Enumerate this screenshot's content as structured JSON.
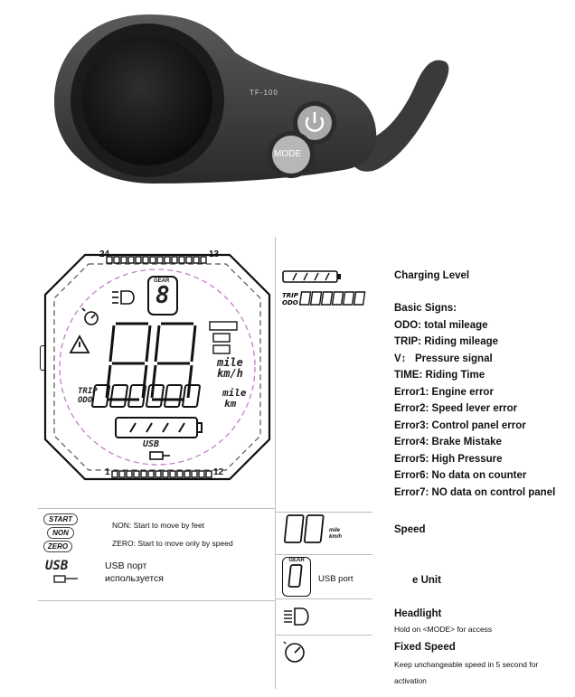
{
  "device": {
    "model": "TF-100",
    "mode_button": "MODE"
  },
  "lcd": {
    "top_scale_left": "24",
    "top_scale_right": "13",
    "bottom_scale_left": "1",
    "bottom_scale_right": "12",
    "gear_label": "GEAR",
    "speed_digits": "88",
    "gear_digit": "8",
    "speed_unit_top": "mile",
    "speed_unit_bottom": "km/h",
    "odo_digits": "88888.8",
    "odo_unit_top": "mile",
    "odo_unit_bottom": "km",
    "trip_label": "TRIP",
    "odo_label": "ODO",
    "usb_label": "USB",
    "badge_1": "START",
    "badge_2": "NON",
    "badge_3": "ZERO"
  },
  "legend": {
    "charging_level": "Charging Level",
    "basic_signs_title": "Basic Signs:",
    "basic_signs": [
      {
        "key": "ODO:",
        "text": " total mileage"
      },
      {
        "key": "TRIP:",
        "text": " Riding mileage"
      },
      {
        "key": "V↕",
        "text": "   Pressure signal"
      },
      {
        "key": "TIME:",
        "text": " Riding Time"
      },
      {
        "key": "Error1:",
        "text": " Engine error"
      },
      {
        "key": "Error2:",
        "text": " Speed lever error"
      },
      {
        "key": "Error3:",
        "text": " Control panel error"
      },
      {
        "key": "Error4:",
        "text": " Brake Mistake"
      },
      {
        "key": "Error5:",
        "text": " High Pressure"
      },
      {
        "key": "Error6:",
        "text": " No data on counter"
      },
      {
        "key": "Error7:",
        "text": " NO data on control panel"
      }
    ],
    "speed": "Speed",
    "speed_unit_top": "mile",
    "speed_unit_bottom": "km/h",
    "gear_label": "GEAR",
    "usb_port": "USB port",
    "e_unit": "e Unit",
    "headlight": "Headlight",
    "headlight_note": "Hold on <MODE> for access",
    "fixed_speed": "Fixed Speed",
    "fixed_speed_note_1": "Keep unchangeable speed in 5 second for",
    "fixed_speed_note_2": "activation",
    "non_note": "NON: Start to move by feet",
    "zero_note": "ZERO: Start to move only by speed",
    "usb_ru_1": "USB порт",
    "usb_ru_2": "используется",
    "badge_start": "START",
    "badge_non": "NON",
    "badge_zero": "ZERO",
    "usb_icon": "USB"
  },
  "colors": {
    "device_body": "#3d3d3f",
    "device_dark": "#1f1f20",
    "button_gray": "#9a9a9c",
    "dash_circle": "#c080c8"
  }
}
